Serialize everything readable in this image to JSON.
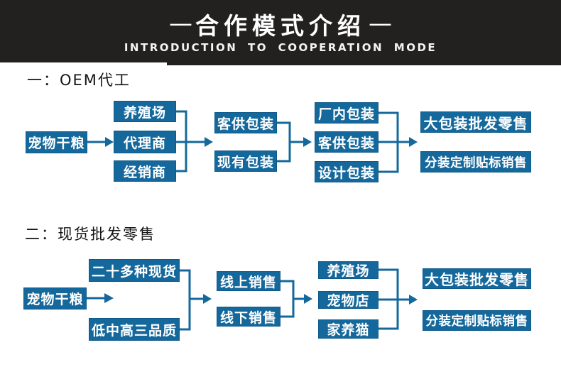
{
  "header": {
    "dash_left": "—",
    "dash_right": "—",
    "title": "合作模式介绍",
    "subtitle": "INTRODUCTION TO COOPERATION MODE"
  },
  "section1": {
    "title": "一：OEM代工",
    "flow": {
      "source": "宠物干粮",
      "partners": [
        "养殖场",
        "代理商",
        "经销商"
      ],
      "packaging_supply": [
        "客供包装",
        "现有包装"
      ],
      "packaging_methods": [
        "厂内包装",
        "客供包装",
        "设计包装"
      ],
      "sales_modes": [
        "大包装批发零售",
        "分装定制贴标销售"
      ]
    }
  },
  "section2": {
    "title": "二：现货批发零售",
    "flow": {
      "source": "宠物干粮",
      "stock_features": [
        "二十多种现货",
        "低中高三品质"
      ],
      "sales_channels": [
        "线上销售",
        "线下销售"
      ],
      "customers": [
        "养殖场",
        "宠物店",
        "家养猫"
      ],
      "sales_modes": [
        "大包装批发零售",
        "分装定制贴标销售"
      ]
    }
  },
  "colors": {
    "node_blue": "#15689c",
    "node_border": "#0e5a8a",
    "connector_blue": "#15689c",
    "header_black": "#232120"
  }
}
